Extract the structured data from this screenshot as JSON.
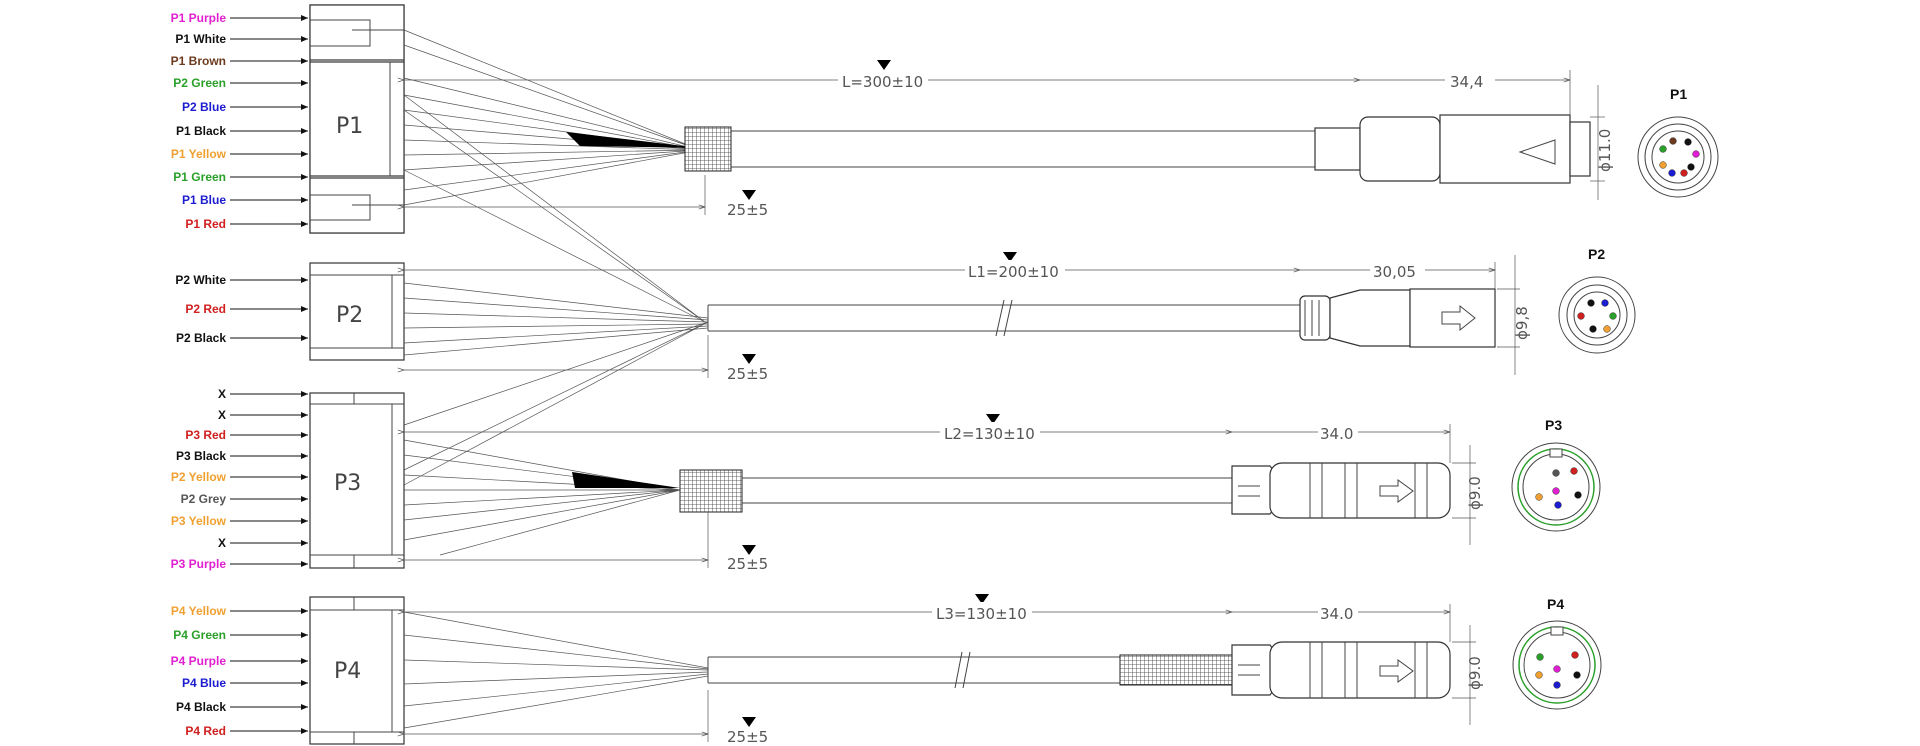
{
  "groups": [
    {
      "connector": "P1",
      "wires": [
        {
          "label": "P1 Purple",
          "color": "#e020d0"
        },
        {
          "label": "P1 White",
          "color": "#111111"
        },
        {
          "label": "P1 Brown",
          "color": "#6b3a1f"
        },
        {
          "label": "P2 Green",
          "color": "#2aa02a"
        },
        {
          "label": "P2 Blue",
          "color": "#1c1cd0"
        },
        {
          "label": "P1 Black",
          "color": "#111111"
        },
        {
          "label": "P1 Yellow",
          "color": "#f0a030"
        },
        {
          "label": "P1 Green",
          "color": "#2aa02a"
        },
        {
          "label": "P1 Blue",
          "color": "#1c1cd0"
        },
        {
          "label": "P1 Red",
          "color": "#d02020"
        }
      ],
      "length_label": "L=300±10",
      "breakout_label": "25±5",
      "end_length": "34,4",
      "diameter": "ϕ11.0",
      "pinout_title": "P1"
    },
    {
      "connector": "P2",
      "wires": [
        {
          "label": "P2 White",
          "color": "#111111"
        },
        {
          "label": "P2 Red",
          "color": "#d02020"
        },
        {
          "label": "P2 Black",
          "color": "#111111"
        }
      ],
      "length_label": "L1=200±10",
      "breakout_label": "25±5",
      "end_length": "30,05",
      "diameter": "ϕ9,8",
      "pinout_title": "P2"
    },
    {
      "connector": "P3",
      "wires": [
        {
          "label": "X",
          "color": "#111111"
        },
        {
          "label": "X",
          "color": "#111111"
        },
        {
          "label": "P3 Red",
          "color": "#d02020"
        },
        {
          "label": "P3 Black",
          "color": "#111111"
        },
        {
          "label": "P2 Yellow",
          "color": "#f0a030"
        },
        {
          "label": "P2 Grey",
          "color": "#555555"
        },
        {
          "label": "P3 Yellow",
          "color": "#f0a030"
        },
        {
          "label": "X",
          "color": "#111111"
        },
        {
          "label": "P3 Purple",
          "color": "#e020d0"
        }
      ],
      "length_label": "L2=130±10",
      "breakout_label": "25±5",
      "end_length": "34.0",
      "diameter": "ϕ9.0",
      "pinout_title": "P3"
    },
    {
      "connector": "P4",
      "wires": [
        {
          "label": "P4 Yellow",
          "color": "#f0a030"
        },
        {
          "label": "P4 Green",
          "color": "#2aa02a"
        },
        {
          "label": "P4 Purple",
          "color": "#e020d0"
        },
        {
          "label": "P4 Blue",
          "color": "#1c1cd0"
        },
        {
          "label": "P4 Black",
          "color": "#111111"
        },
        {
          "label": "P4 Red",
          "color": "#d02020"
        }
      ],
      "length_label": "L3=130±10",
      "breakout_label": "25±5",
      "end_length": "34.0",
      "diameter": "ϕ9.0",
      "pinout_title": "P4"
    }
  ],
  "pinout_colors": {
    "P1": [
      "#e020d0",
      "#111111",
      "#6b3a1f",
      "#2aa02a",
      "#1c1cd0",
      "#111111",
      "#f0a030",
      "#d02020"
    ],
    "P2": [
      "#111111",
      "#1c1cd0",
      "#d02020",
      "#2aa02a",
      "#f0a030",
      "#111111"
    ],
    "P3": [
      "#d02020",
      "#111111",
      "#f0a030",
      "#555555",
      "#1c1cd0",
      "#e020d0"
    ],
    "P4": [
      "#2aa02a",
      "#d02020",
      "#f0a030",
      "#111111",
      "#1c1cd0",
      "#e020d0"
    ]
  }
}
